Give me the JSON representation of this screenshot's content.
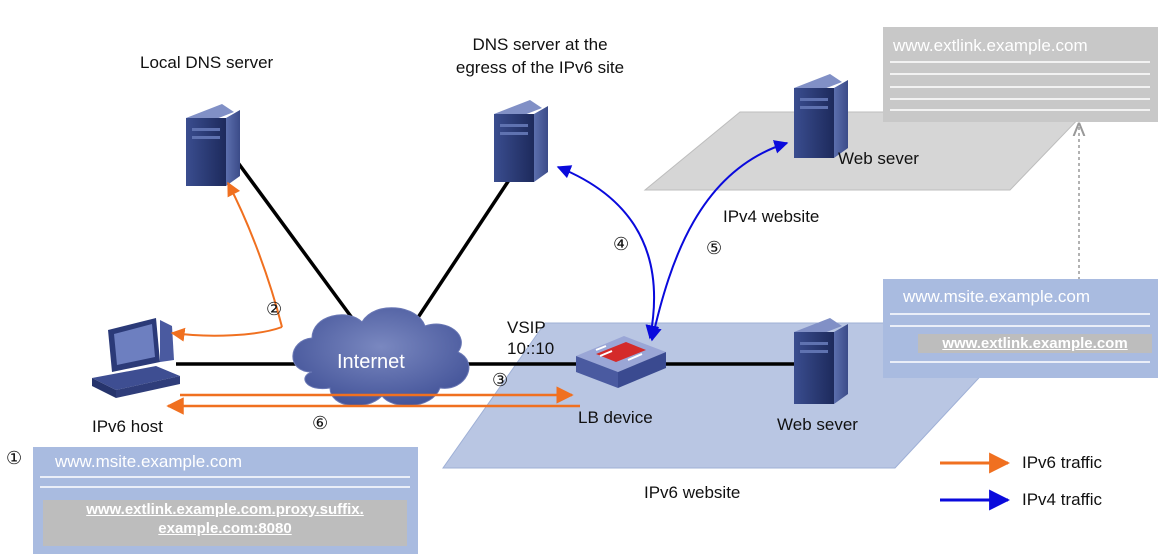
{
  "labels": {
    "local_dns": "Local DNS server",
    "egress_dns_line1": "DNS server at the",
    "egress_dns_line2": "egress of the IPv6 site",
    "web_server_v4": "Web sever",
    "ipv4_website": "IPv4 website",
    "internet": "Internet",
    "vsip_line1": "VSIP",
    "vsip_line2": "10::10",
    "lb_device": "LB device",
    "web_server_v6": "Web sever",
    "ipv6_host": "IPv6 host",
    "ipv6_website": "IPv6 website"
  },
  "steps": {
    "s1": "①",
    "s2": "②",
    "s3": "③",
    "s4": "④",
    "s5": "⑤",
    "s6": "⑥"
  },
  "pages": {
    "extlink_title": "www.extlink.example.com",
    "msite_right_title": "www.msite.example.com",
    "msite_right_link": "www.extlink.example.com",
    "msite_bottom_title": "www.msite.example.com",
    "msite_bottom_link_line1": "www.extlink.example.com.proxy.suffix.",
    "msite_bottom_link_line2": "example.com:8080"
  },
  "legend": {
    "ipv6": "IPv6 traffic",
    "ipv4": "IPv4 traffic"
  },
  "colors": {
    "ipv6_traffic": "#f07020",
    "ipv4_traffic": "#0a0adc",
    "ipv6_plane": "#b9c6e3",
    "ipv4_plane": "#d6d6d6",
    "page_blue": "#a9bbe0",
    "page_gray": "#c8c8c8"
  }
}
